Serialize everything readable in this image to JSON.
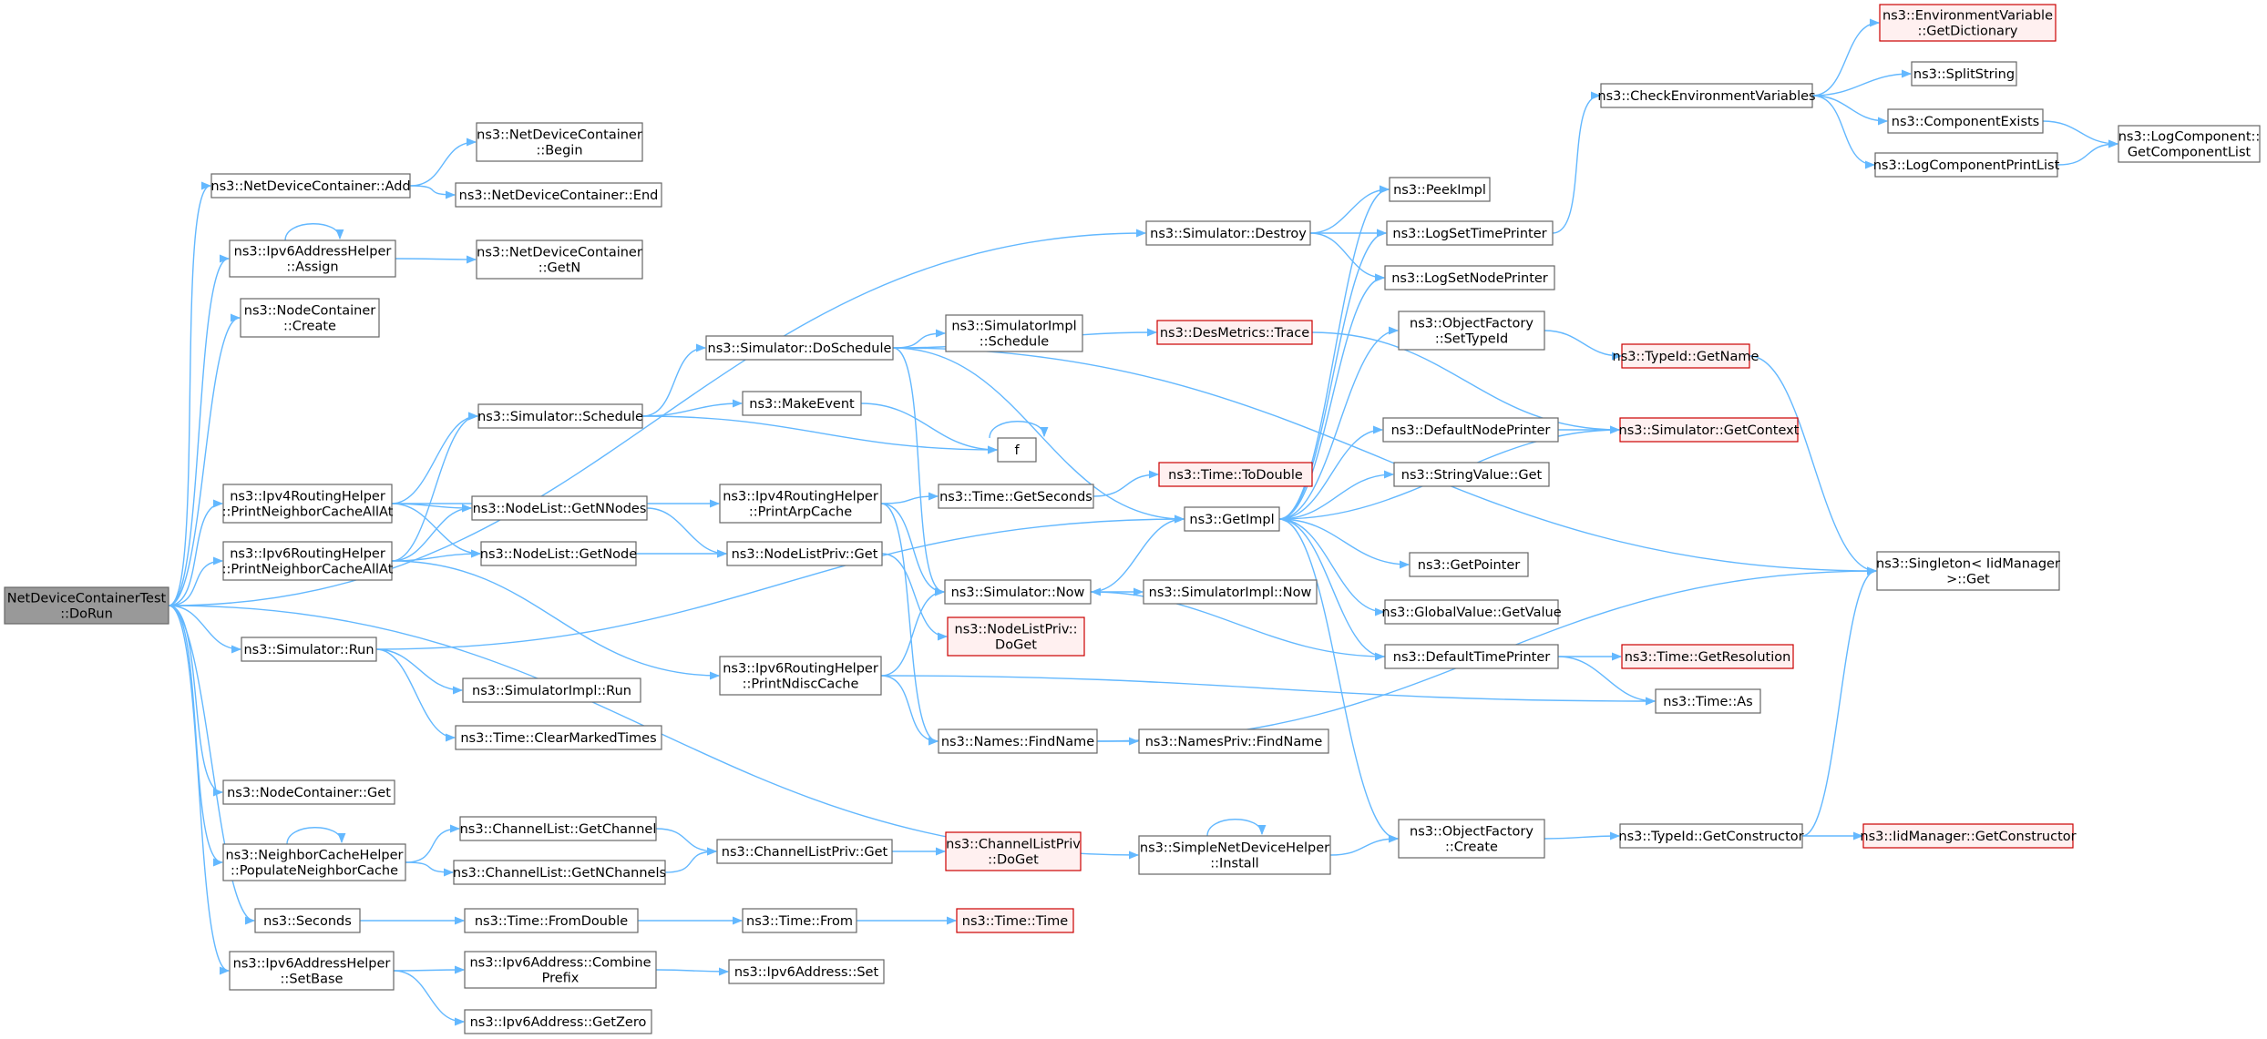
{
  "nodes": [
    {
      "id": "root",
      "lines": [
        "NetDeviceContainerTest",
        "::DoRun"
      ],
      "style": "root"
    },
    {
      "id": "ndcAdd",
      "lines": [
        "ns3::NetDeviceContainer::Add"
      ],
      "style": "normal"
    },
    {
      "id": "ndcBegin",
      "lines": [
        "ns3::NetDeviceContainer",
        "::Begin"
      ],
      "style": "normal"
    },
    {
      "id": "ndcEnd",
      "lines": [
        "ns3::NetDeviceContainer::End"
      ],
      "style": "normal"
    },
    {
      "id": "ipv6Assign",
      "lines": [
        "ns3::Ipv6AddressHelper",
        "::Assign"
      ],
      "style": "normal"
    },
    {
      "id": "ndcGetN",
      "lines": [
        "ns3::NetDeviceContainer",
        "::GetN"
      ],
      "style": "normal"
    },
    {
      "id": "ncCreate",
      "lines": [
        "ns3::NodeContainer",
        "::Create"
      ],
      "style": "normal"
    },
    {
      "id": "simSchedule",
      "lines": [
        "ns3::Simulator::Schedule"
      ],
      "style": "normal"
    },
    {
      "id": "ipv4Print",
      "lines": [
        "ns3::Ipv4RoutingHelper",
        "::PrintNeighborCacheAllAt"
      ],
      "style": "normal"
    },
    {
      "id": "ipv6Print",
      "lines": [
        "ns3::Ipv6RoutingHelper",
        "::PrintNeighborCacheAllAt"
      ],
      "style": "normal"
    },
    {
      "id": "simRun",
      "lines": [
        "ns3::Simulator::Run"
      ],
      "style": "normal"
    },
    {
      "id": "ncGet",
      "lines": [
        "ns3::NodeContainer::Get"
      ],
      "style": "normal"
    },
    {
      "id": "nchPopulate",
      "lines": [
        "ns3::NeighborCacheHelper",
        "::PopulateNeighborCache"
      ],
      "style": "normal"
    },
    {
      "id": "seconds",
      "lines": [
        "ns3::Seconds"
      ],
      "style": "normal"
    },
    {
      "id": "ipv6SetBase",
      "lines": [
        "ns3::Ipv6AddressHelper",
        "::SetBase"
      ],
      "style": "normal"
    },
    {
      "id": "nlGetNNodes",
      "lines": [
        "ns3::NodeList::GetNNodes"
      ],
      "style": "normal"
    },
    {
      "id": "nlGetNode",
      "lines": [
        "ns3::NodeList::GetNode"
      ],
      "style": "normal"
    },
    {
      "id": "simImplRun",
      "lines": [
        "ns3::SimulatorImpl::Run"
      ],
      "style": "normal"
    },
    {
      "id": "timeClear",
      "lines": [
        "ns3::Time::ClearMarkedTimes"
      ],
      "style": "normal"
    },
    {
      "id": "clGetChannel",
      "lines": [
        "ns3::ChannelList::GetChannel"
      ],
      "style": "normal"
    },
    {
      "id": "clGetNChannels",
      "lines": [
        "ns3::ChannelList::GetNChannels"
      ],
      "style": "normal"
    },
    {
      "id": "timeFromDouble",
      "lines": [
        "ns3::Time::FromDouble"
      ],
      "style": "normal"
    },
    {
      "id": "ipv6Combine",
      "lines": [
        "ns3::Ipv6Address::Combine",
        "Prefix"
      ],
      "style": "normal"
    },
    {
      "id": "ipv6GetZero",
      "lines": [
        "ns3::Ipv6Address::GetZero"
      ],
      "style": "normal"
    },
    {
      "id": "simDoSchedule",
      "lines": [
        "ns3::Simulator::DoSchedule"
      ],
      "style": "normal"
    },
    {
      "id": "makeEvent",
      "lines": [
        "ns3::MakeEvent"
      ],
      "style": "normal"
    },
    {
      "id": "f",
      "lines": [
        "f"
      ],
      "style": "normal"
    },
    {
      "id": "ipv4PrintArp",
      "lines": [
        "ns3::Ipv4RoutingHelper",
        "::PrintArpCache"
      ],
      "style": "normal"
    },
    {
      "id": "nlPrivGet",
      "lines": [
        "ns3::NodeListPriv::Get"
      ],
      "style": "normal"
    },
    {
      "id": "ipv6PrintNdisc",
      "lines": [
        "ns3::Ipv6RoutingHelper",
        "::PrintNdiscCache"
      ],
      "style": "normal"
    },
    {
      "id": "clPrivGet",
      "lines": [
        "ns3::ChannelListPriv::Get"
      ],
      "style": "normal"
    },
    {
      "id": "timeFrom",
      "lines": [
        "ns3::Time::From"
      ],
      "style": "normal"
    },
    {
      "id": "ipv6Set",
      "lines": [
        "ns3::Ipv6Address::Set"
      ],
      "style": "normal"
    },
    {
      "id": "simImplSchedule",
      "lines": [
        "ns3::SimulatorImpl",
        "::Schedule"
      ],
      "style": "normal"
    },
    {
      "id": "timeGetSeconds",
      "lines": [
        "ns3::Time::GetSeconds"
      ],
      "style": "normal"
    },
    {
      "id": "simNow",
      "lines": [
        "ns3::Simulator::Now"
      ],
      "style": "normal"
    },
    {
      "id": "nlPrivDoGet",
      "lines": [
        "ns3::NodeListPriv::",
        "DoGet"
      ],
      "style": "red"
    },
    {
      "id": "namesFind",
      "lines": [
        "ns3::Names::FindName"
      ],
      "style": "normal"
    },
    {
      "id": "clPrivDoGet",
      "lines": [
        "ns3::ChannelListPriv",
        "::DoGet"
      ],
      "style": "red"
    },
    {
      "id": "timeTime",
      "lines": [
        "ns3::Time::Time"
      ],
      "style": "red"
    },
    {
      "id": "simDestroy",
      "lines": [
        "ns3::Simulator::Destroy"
      ],
      "style": "normal"
    },
    {
      "id": "desTrace",
      "lines": [
        "ns3::DesMetrics::Trace"
      ],
      "style": "red"
    },
    {
      "id": "timeToDouble",
      "lines": [
        "ns3::Time::ToDouble"
      ],
      "style": "red"
    },
    {
      "id": "getImpl",
      "lines": [
        "ns3::GetImpl"
      ],
      "style": "normal"
    },
    {
      "id": "simImplNow",
      "lines": [
        "ns3::SimulatorImpl::Now"
      ],
      "style": "normal"
    },
    {
      "id": "namesPrivFind",
      "lines": [
        "ns3::NamesPriv::FindName"
      ],
      "style": "normal"
    },
    {
      "id": "sndhInstall",
      "lines": [
        "ns3::SimpleNetDeviceHelper",
        "::Install"
      ],
      "style": "normal"
    },
    {
      "id": "peekImpl",
      "lines": [
        "ns3::PeekImpl"
      ],
      "style": "normal"
    },
    {
      "id": "logSetTime",
      "lines": [
        "ns3::LogSetTimePrinter"
      ],
      "style": "normal"
    },
    {
      "id": "logSetNode",
      "lines": [
        "ns3::LogSetNodePrinter"
      ],
      "style": "normal"
    },
    {
      "id": "ofSetTypeId",
      "lines": [
        "ns3::ObjectFactory",
        "::SetTypeId"
      ],
      "style": "normal"
    },
    {
      "id": "defNodePrinter",
      "lines": [
        "ns3::DefaultNodePrinter"
      ],
      "style": "normal"
    },
    {
      "id": "strValueGet",
      "lines": [
        "ns3::StringValue::Get"
      ],
      "style": "normal"
    },
    {
      "id": "getPointer",
      "lines": [
        "ns3::GetPointer"
      ],
      "style": "normal"
    },
    {
      "id": "gvGetValue",
      "lines": [
        "ns3::GlobalValue::GetValue"
      ],
      "style": "normal"
    },
    {
      "id": "defTimePrinter",
      "lines": [
        "ns3::DefaultTimePrinter"
      ],
      "style": "normal"
    },
    {
      "id": "ofCreate",
      "lines": [
        "ns3::ObjectFactory",
        "::Create"
      ],
      "style": "normal"
    },
    {
      "id": "typeIdGetName",
      "lines": [
        "ns3::TypeId::GetName"
      ],
      "style": "red"
    },
    {
      "id": "simGetContext",
      "lines": [
        "ns3::Simulator::GetContext"
      ],
      "style": "red"
    },
    {
      "id": "timeGetRes",
      "lines": [
        "ns3::Time::GetResolution"
      ],
      "style": "red"
    },
    {
      "id": "timeAs",
      "lines": [
        "ns3::Time::As"
      ],
      "style": "normal"
    },
    {
      "id": "typeIdGetCtor",
      "lines": [
        "ns3::TypeId::GetConstructor"
      ],
      "style": "normal"
    },
    {
      "id": "iidGetCtor",
      "lines": [
        "ns3::IidManager::GetConstructor"
      ],
      "style": "red"
    },
    {
      "id": "checkEnv",
      "lines": [
        "ns3::CheckEnvironmentVariables"
      ],
      "style": "normal"
    },
    {
      "id": "envGetDict",
      "lines": [
        "ns3::EnvironmentVariable",
        "::GetDictionary"
      ],
      "style": "red"
    },
    {
      "id": "splitString",
      "lines": [
        "ns3::SplitString"
      ],
      "style": "normal"
    },
    {
      "id": "compExists",
      "lines": [
        "ns3::ComponentExists"
      ],
      "style": "normal"
    },
    {
      "id": "logCompPrint",
      "lines": [
        "ns3::LogComponentPrintList"
      ],
      "style": "normal"
    },
    {
      "id": "logCompGetList",
      "lines": [
        "ns3::LogComponent::",
        "GetComponentList"
      ],
      "style": "normal"
    },
    {
      "id": "singletonGet",
      "lines": [
        "ns3::Singleton< IidManager",
        " >::Get"
      ],
      "style": "normal"
    }
  ],
  "edges": [
    [
      "root",
      "ndcAdd"
    ],
    [
      "root",
      "ipv6Assign"
    ],
    [
      "root",
      "ncCreate"
    ],
    [
      "root",
      "simDestroy"
    ],
    [
      "root",
      "ipv4Print"
    ],
    [
      "root",
      "ipv6Print"
    ],
    [
      "root",
      "simRun"
    ],
    [
      "root",
      "ncGet"
    ],
    [
      "root",
      "nchPopulate"
    ],
    [
      "root",
      "seconds"
    ],
    [
      "root",
      "ipv6SetBase"
    ],
    [
      "root",
      "sndhInstall"
    ],
    [
      "ndcAdd",
      "ndcBegin"
    ],
    [
      "ndcAdd",
      "ndcEnd"
    ],
    [
      "ipv6Assign",
      "ndcGetN"
    ],
    [
      "ipv6Assign",
      "ipv6Assign"
    ],
    [
      "simSchedule",
      "simDoSchedule"
    ],
    [
      "simSchedule",
      "makeEvent"
    ],
    [
      "simSchedule",
      "f"
    ],
    [
      "ipv4Print",
      "simSchedule"
    ],
    [
      "ipv4Print",
      "nlGetNNodes"
    ],
    [
      "ipv4Print",
      "nlGetNode"
    ],
    [
      "ipv4Print",
      "ipv4PrintArp"
    ],
    [
      "ipv6Print",
      "simSchedule"
    ],
    [
      "ipv6Print",
      "nlGetNNodes"
    ],
    [
      "ipv6Print",
      "nlGetNode"
    ],
    [
      "ipv6Print",
      "ipv6PrintNdisc"
    ],
    [
      "simRun",
      "getImpl"
    ],
    [
      "simRun",
      "simImplRun"
    ],
    [
      "simRun",
      "timeClear"
    ],
    [
      "nchPopulate",
      "clGetChannel"
    ],
    [
      "nchPopulate",
      "clGetNChannels"
    ],
    [
      "nchPopulate",
      "nchPopulate"
    ],
    [
      "seconds",
      "timeFromDouble"
    ],
    [
      "ipv6SetBase",
      "ipv6Combine"
    ],
    [
      "ipv6SetBase",
      "ipv6GetZero"
    ],
    [
      "nlGetNNodes",
      "nlPrivGet"
    ],
    [
      "nlGetNode",
      "nlPrivGet"
    ],
    [
      "clGetChannel",
      "clPrivGet"
    ],
    [
      "clGetNChannels",
      "clPrivGet"
    ],
    [
      "timeFromDouble",
      "timeFrom"
    ],
    [
      "ipv6Combine",
      "ipv6Set"
    ],
    [
      "simDoSchedule",
      "simImplSchedule"
    ],
    [
      "simDoSchedule",
      "desTrace"
    ],
    [
      "simDoSchedule",
      "getImpl"
    ],
    [
      "simDoSchedule",
      "simNow"
    ],
    [
      "simDoSchedule",
      "singletonGet"
    ],
    [
      "makeEvent",
      "f"
    ],
    [
      "f",
      "f"
    ],
    [
      "ipv4PrintArp",
      "timeGetSeconds"
    ],
    [
      "ipv4PrintArp",
      "simNow"
    ],
    [
      "ipv4PrintArp",
      "namesFind"
    ],
    [
      "nlPrivGet",
      "nlPrivDoGet"
    ],
    [
      "ipv6PrintNdisc",
      "simNow"
    ],
    [
      "ipv6PrintNdisc",
      "namesFind"
    ],
    [
      "ipv6PrintNdisc",
      "timeAs"
    ],
    [
      "clPrivGet",
      "clPrivDoGet"
    ],
    [
      "timeFrom",
      "timeTime"
    ],
    [
      "timeGetSeconds",
      "timeToDouble"
    ],
    [
      "simNow",
      "getImpl"
    ],
    [
      "simNow",
      "simImplNow"
    ],
    [
      "namesFind",
      "namesPrivFind"
    ],
    [
      "namesFind",
      "singletonGet"
    ],
    [
      "simDestroy",
      "peekImpl"
    ],
    [
      "simDestroy",
      "logSetTime"
    ],
    [
      "simDestroy",
      "logSetNode"
    ],
    [
      "desTrace",
      "simGetContext"
    ],
    [
      "getImpl",
      "peekImpl"
    ],
    [
      "getImpl",
      "logSetTime"
    ],
    [
      "getImpl",
      "logSetNode"
    ],
    [
      "getImpl",
      "ofSetTypeId"
    ],
    [
      "getImpl",
      "defNodePrinter"
    ],
    [
      "getImpl",
      "strValueGet"
    ],
    [
      "getImpl",
      "getPointer"
    ],
    [
      "getImpl",
      "gvGetValue"
    ],
    [
      "getImpl",
      "defTimePrinter"
    ],
    [
      "getImpl",
      "ofCreate"
    ],
    [
      "sndhInstall",
      "ofCreate"
    ],
    [
      "sndhInstall",
      "sndhInstall"
    ],
    [
      "logSetTime",
      "checkEnv"
    ],
    [
      "ofSetTypeId",
      "typeIdGetName"
    ],
    [
      "defNodePrinter",
      "simGetContext"
    ],
    [
      "defTimePrinter",
      "simNow"
    ],
    [
      "defTimePrinter",
      "timeGetRes"
    ],
    [
      "defTimePrinter",
      "timeAs"
    ],
    [
      "ofCreate",
      "typeIdGetCtor"
    ],
    [
      "typeIdGetName",
      "singletonGet"
    ],
    [
      "simGetContext",
      "getImpl"
    ],
    [
      "typeIdGetCtor",
      "iidGetCtor"
    ],
    [
      "typeIdGetCtor",
      "singletonGet"
    ],
    [
      "checkEnv",
      "envGetDict"
    ],
    [
      "checkEnv",
      "splitString"
    ],
    [
      "checkEnv",
      "compExists"
    ],
    [
      "checkEnv",
      "logCompPrint"
    ],
    [
      "compExists",
      "logCompGetList"
    ],
    [
      "logCompPrint",
      "logCompGetList"
    ]
  ]
}
